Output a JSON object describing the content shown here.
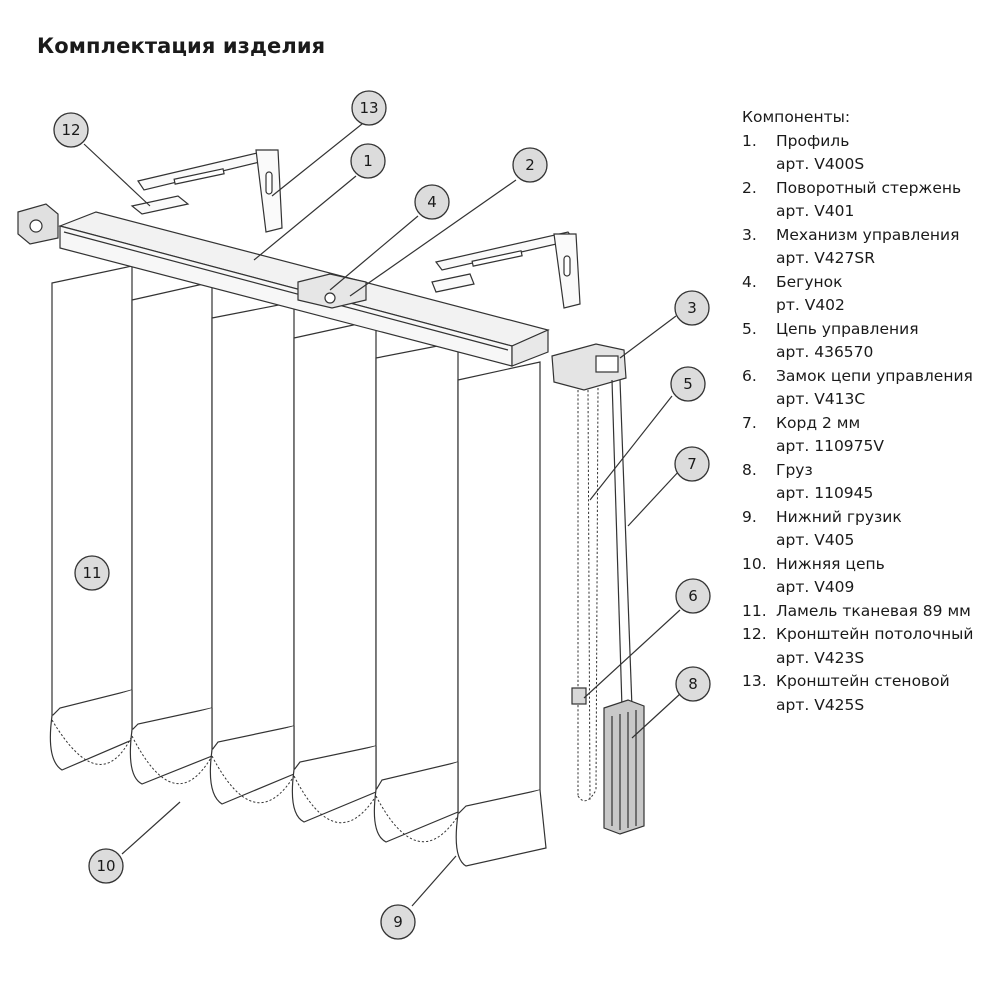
{
  "title": "Комплектация изделия",
  "components": {
    "heading": "Компоненты:",
    "items": [
      {
        "num": "1.",
        "name": "Профиль",
        "art": "арт. V400S"
      },
      {
        "num": "2.",
        "name": "Поворотный стержень",
        "art": "арт. V401"
      },
      {
        "num": "3.",
        "name": "Механизм управления",
        "art": "арт.  V427SR"
      },
      {
        "num": "4.",
        "name": "Бегунок",
        "art": "рт. V402"
      },
      {
        "num": "5.",
        "name": "Цепь управления",
        "art": "арт.  436570"
      },
      {
        "num": "6.",
        "name": "Замок цепи управления",
        "art": "арт.  V413C"
      },
      {
        "num": "7.",
        "name": "Корд 2 мм",
        "art": "арт.  110975V"
      },
      {
        "num": "8.",
        "name": "Груз",
        "art": "арт.  110945"
      },
      {
        "num": "9.",
        "name": "Нижний грузик",
        "art": "арт.  V405"
      },
      {
        "num": "10.",
        "name": "Нижняя цепь",
        "art": "арт.  V409"
      },
      {
        "num": "11.",
        "name": "Ламель тканевая 89 мм",
        "art": ""
      },
      {
        "num": "12.",
        "name": "Кронштейн потолочный",
        "art": "арт.  V423S"
      },
      {
        "num": "13.",
        "name": "Кронштейн стеновой",
        "art": "арт.  V425S"
      }
    ]
  },
  "callouts": [
    "1",
    "2",
    "3",
    "4",
    "5",
    "6",
    "7",
    "8",
    "9",
    "10",
    "11",
    "12",
    "13"
  ],
  "colors": {
    "line": "#333333",
    "callout_fill": "#dcdcdc",
    "rail_fill": "#f2f2f2",
    "weight_fill": "#c8c8c8"
  }
}
